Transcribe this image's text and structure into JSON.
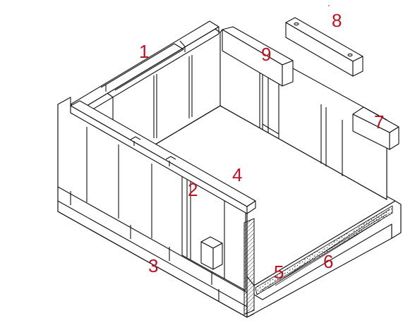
{
  "labels": {
    "n1": "1",
    "n2": "2",
    "n3": "3",
    "n4": "4",
    "n5": "5",
    "n6": "6",
    "n7": "7",
    "n8": "8",
    "n9": "9"
  },
  "label_color": "#c0121f"
}
